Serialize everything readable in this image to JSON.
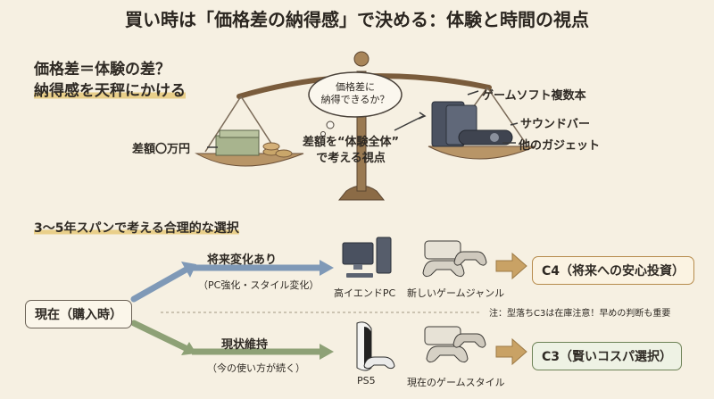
{
  "title": "買い時は「価格差の納得感」で決める：体験と時間の視点",
  "question": {
    "line1": "価格差＝体験の差？",
    "line2": "納得感を天秤にかける"
  },
  "scale": {
    "left_label": "差額〇万円",
    "bubble": {
      "line1": "価格差に",
      "line2": "納得できるか？"
    },
    "center": {
      "line1": "差額を“体験全体”",
      "line2": "で考える視点"
    },
    "right_items": [
      "ゲームソフト複数本",
      "サウンドバー",
      "他のガジェット"
    ]
  },
  "section2_title": "3〜5年スパンで考える合理的な選択",
  "flow": {
    "start": "現在（購入時）",
    "upper": {
      "label": "将来変化あり",
      "sublabel": "（PC強化・スタイル変化）",
      "icon_labels": [
        "高イエンドPC",
        "新しいゲームジャンル"
      ],
      "result": "C4（将来への安心投資）"
    },
    "lower": {
      "label": "現状維持",
      "sublabel": "（今の使い方が続く）",
      "icon_labels": [
        "PS5",
        "現在のゲームスタイル"
      ],
      "result": "C3（賢いコスパ選択）"
    },
    "note": "注：型落ちC3は在庫注意！早めの判断も重要"
  },
  "colors": {
    "upper_arrow": "#7f99b7",
    "lower_arrow": "#8ea176",
    "result_arrow": "#c9a265"
  }
}
